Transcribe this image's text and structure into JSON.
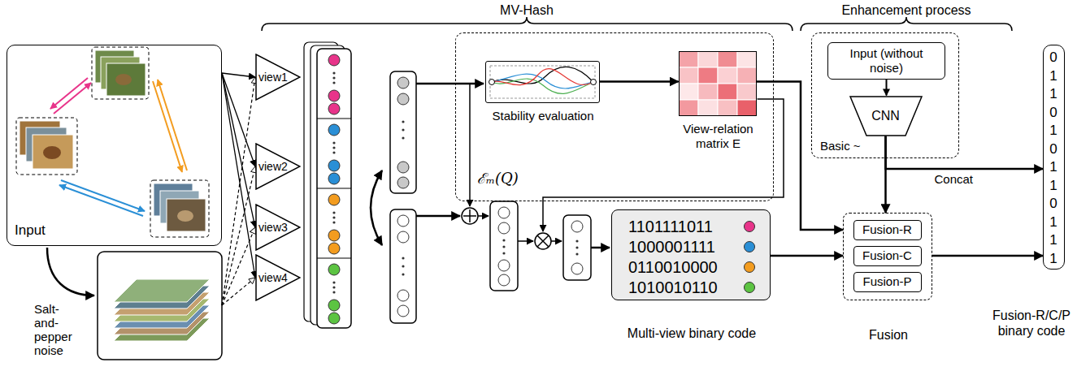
{
  "diagram": {
    "nodes": [
      {
        "text": [
          "Input"
        ]
      },
      {
        "text": [
          "view1"
        ]
      },
      {
        "text": [
          "view2"
        ]
      },
      {
        "text": [
          "view3"
        ]
      },
      {
        "text": [
          "view4"
        ]
      },
      {
        "text": [
          "ℰₘ(Q)"
        ]
      },
      {
        "text": [
          "Stability evaluation"
        ],
        "in": 5
      },
      {
        "text": [
          "View-relation matrix E"
        ],
        "in": 5
      },
      {
        "text": [
          "Basic ~"
        ]
      },
      {
        "text": [
          "Input (without noise)"
        ],
        "in": 8
      },
      {
        "text": [
          "CNN"
        ],
        "in": 8
      },
      {
        "text": [
          "1101111011",
          "1000001111",
          "0110010000",
          "1010010110",
          "Multi-view binary code"
        ]
      },
      {
        "text": [
          "Fusion"
        ]
      },
      {
        "text": [
          "Fusion-R"
        ],
        "in": 12
      },
      {
        "text": [
          "Fusion-C"
        ],
        "in": 12
      },
      {
        "text": [
          "Fusion-P"
        ],
        "in": 12
      },
      {
        "text": [
          "0 1 1 0 1 0 1 1 0 1 1 1",
          "Fusion-R/C/P binary code"
        ]
      }
    ],
    "edges": [
      {
        "from": 0,
        "to": 1,
        "arrow": "to"
      },
      {
        "from": 0,
        "to": 2,
        "arrow": "to"
      },
      {
        "from": 0,
        "to": 3,
        "arrow": "to"
      },
      {
        "from": 0,
        "to": 4,
        "arrow": "to"
      },
      {
        "from": 6,
        "to": 7,
        "arrow": "to"
      },
      {
        "from": 7,
        "to": 12,
        "arrow": "to"
      },
      {
        "from": 9,
        "to": 10,
        "arrow": "to"
      },
      {
        "from": 10,
        "to": 12,
        "arrow": "to"
      },
      {
        "from": 10,
        "to": 16,
        "label": "Concat",
        "arrow": "to"
      },
      {
        "from": 11,
        "to": 12,
        "arrow": "to"
      },
      {
        "from": 12,
        "to": 16,
        "arrow": "to"
      }
    ],
    "labels": [
      "MV-Hash",
      "Enhancement process",
      "Salt-and-pepper noise"
    ]
  }
}
